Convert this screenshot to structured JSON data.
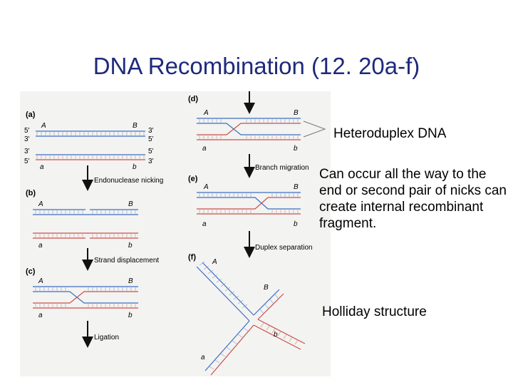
{
  "title": "DNA Recombination (12. 20a-f)",
  "figure": {
    "panels": {
      "a": "(a)",
      "b": "(b)",
      "c": "(c)",
      "d": "(d)",
      "e": "(e)",
      "f": "(f)"
    },
    "strand_ends": {
      "top_left": "5'",
      "upper_mid_left": "3'",
      "lower_mid_left": "3'",
      "bottom_left": "5'",
      "top_right": "3'",
      "upper_mid_right": "5'",
      "lower_mid_right": "5'",
      "bottom_right": "3'"
    },
    "allele_labels": {
      "A": "A",
      "B": "B",
      "a": "a",
      "b": "b"
    },
    "steps": {
      "endonuclease": "Endonuclease nicking",
      "strand_displacement": "Strand displacement",
      "ligation": "Ligation",
      "branch_migration": "Branch migration",
      "duplex_separation": "Duplex separation"
    }
  },
  "notes": {
    "heteroduplex": "Heteroduplex DNA",
    "occur": "Can occur all the way to the end or second pair of nicks can create internal recombinant fragment.",
    "holliday": "Holliday structure"
  },
  "colors": {
    "title": "#1f2a7a",
    "strand_blue": "#3d6fc4",
    "strand_red": "#c9504b",
    "figure_bg": "#f3f3f1"
  }
}
